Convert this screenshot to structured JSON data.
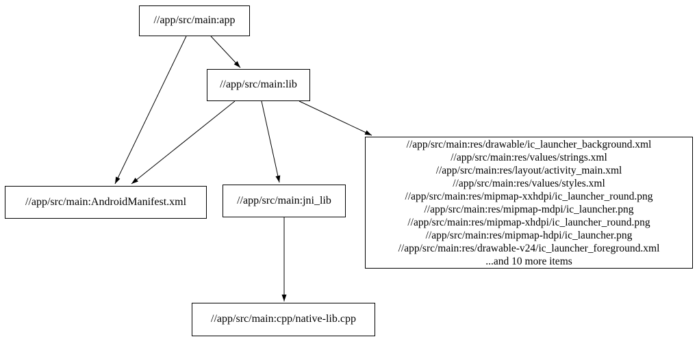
{
  "diagram": {
    "type": "dependency-graph",
    "background_color": "#ffffff",
    "node_border_color": "#000000",
    "edge_color": "#000000",
    "nodes": {
      "app": {
        "label": "//app/src/main:app"
      },
      "lib": {
        "label": "//app/src/main:lib"
      },
      "manifest": {
        "label": "//app/src/main:AndroidManifest.xml"
      },
      "jni_lib": {
        "label": "//app/src/main:jni_lib"
      },
      "cpp": {
        "label": "//app/src/main:cpp/native-lib.cpp"
      },
      "resources": {
        "lines": [
          "//app/src/main:res/drawable/ic_launcher_background.xml",
          "//app/src/main:res/values/strings.xml",
          "//app/src/main:res/layout/activity_main.xml",
          "//app/src/main:res/values/styles.xml",
          "//app/src/main:res/mipmap-xxhdpi/ic_launcher_round.png",
          "//app/src/main:res/mipmap-mdpi/ic_launcher.png",
          "//app/src/main:res/mipmap-xhdpi/ic_launcher_round.png",
          "//app/src/main:res/mipmap-hdpi/ic_launcher.png",
          "//app/src/main:res/drawable-v24/ic_launcher_foreground.xml",
          "...and 10 more items"
        ]
      }
    },
    "edges": [
      {
        "from": "app",
        "to": "manifest"
      },
      {
        "from": "app",
        "to": "lib"
      },
      {
        "from": "lib",
        "to": "manifest"
      },
      {
        "from": "lib",
        "to": "jni_lib"
      },
      {
        "from": "lib",
        "to": "resources"
      },
      {
        "from": "jni_lib",
        "to": "cpp"
      }
    ]
  }
}
